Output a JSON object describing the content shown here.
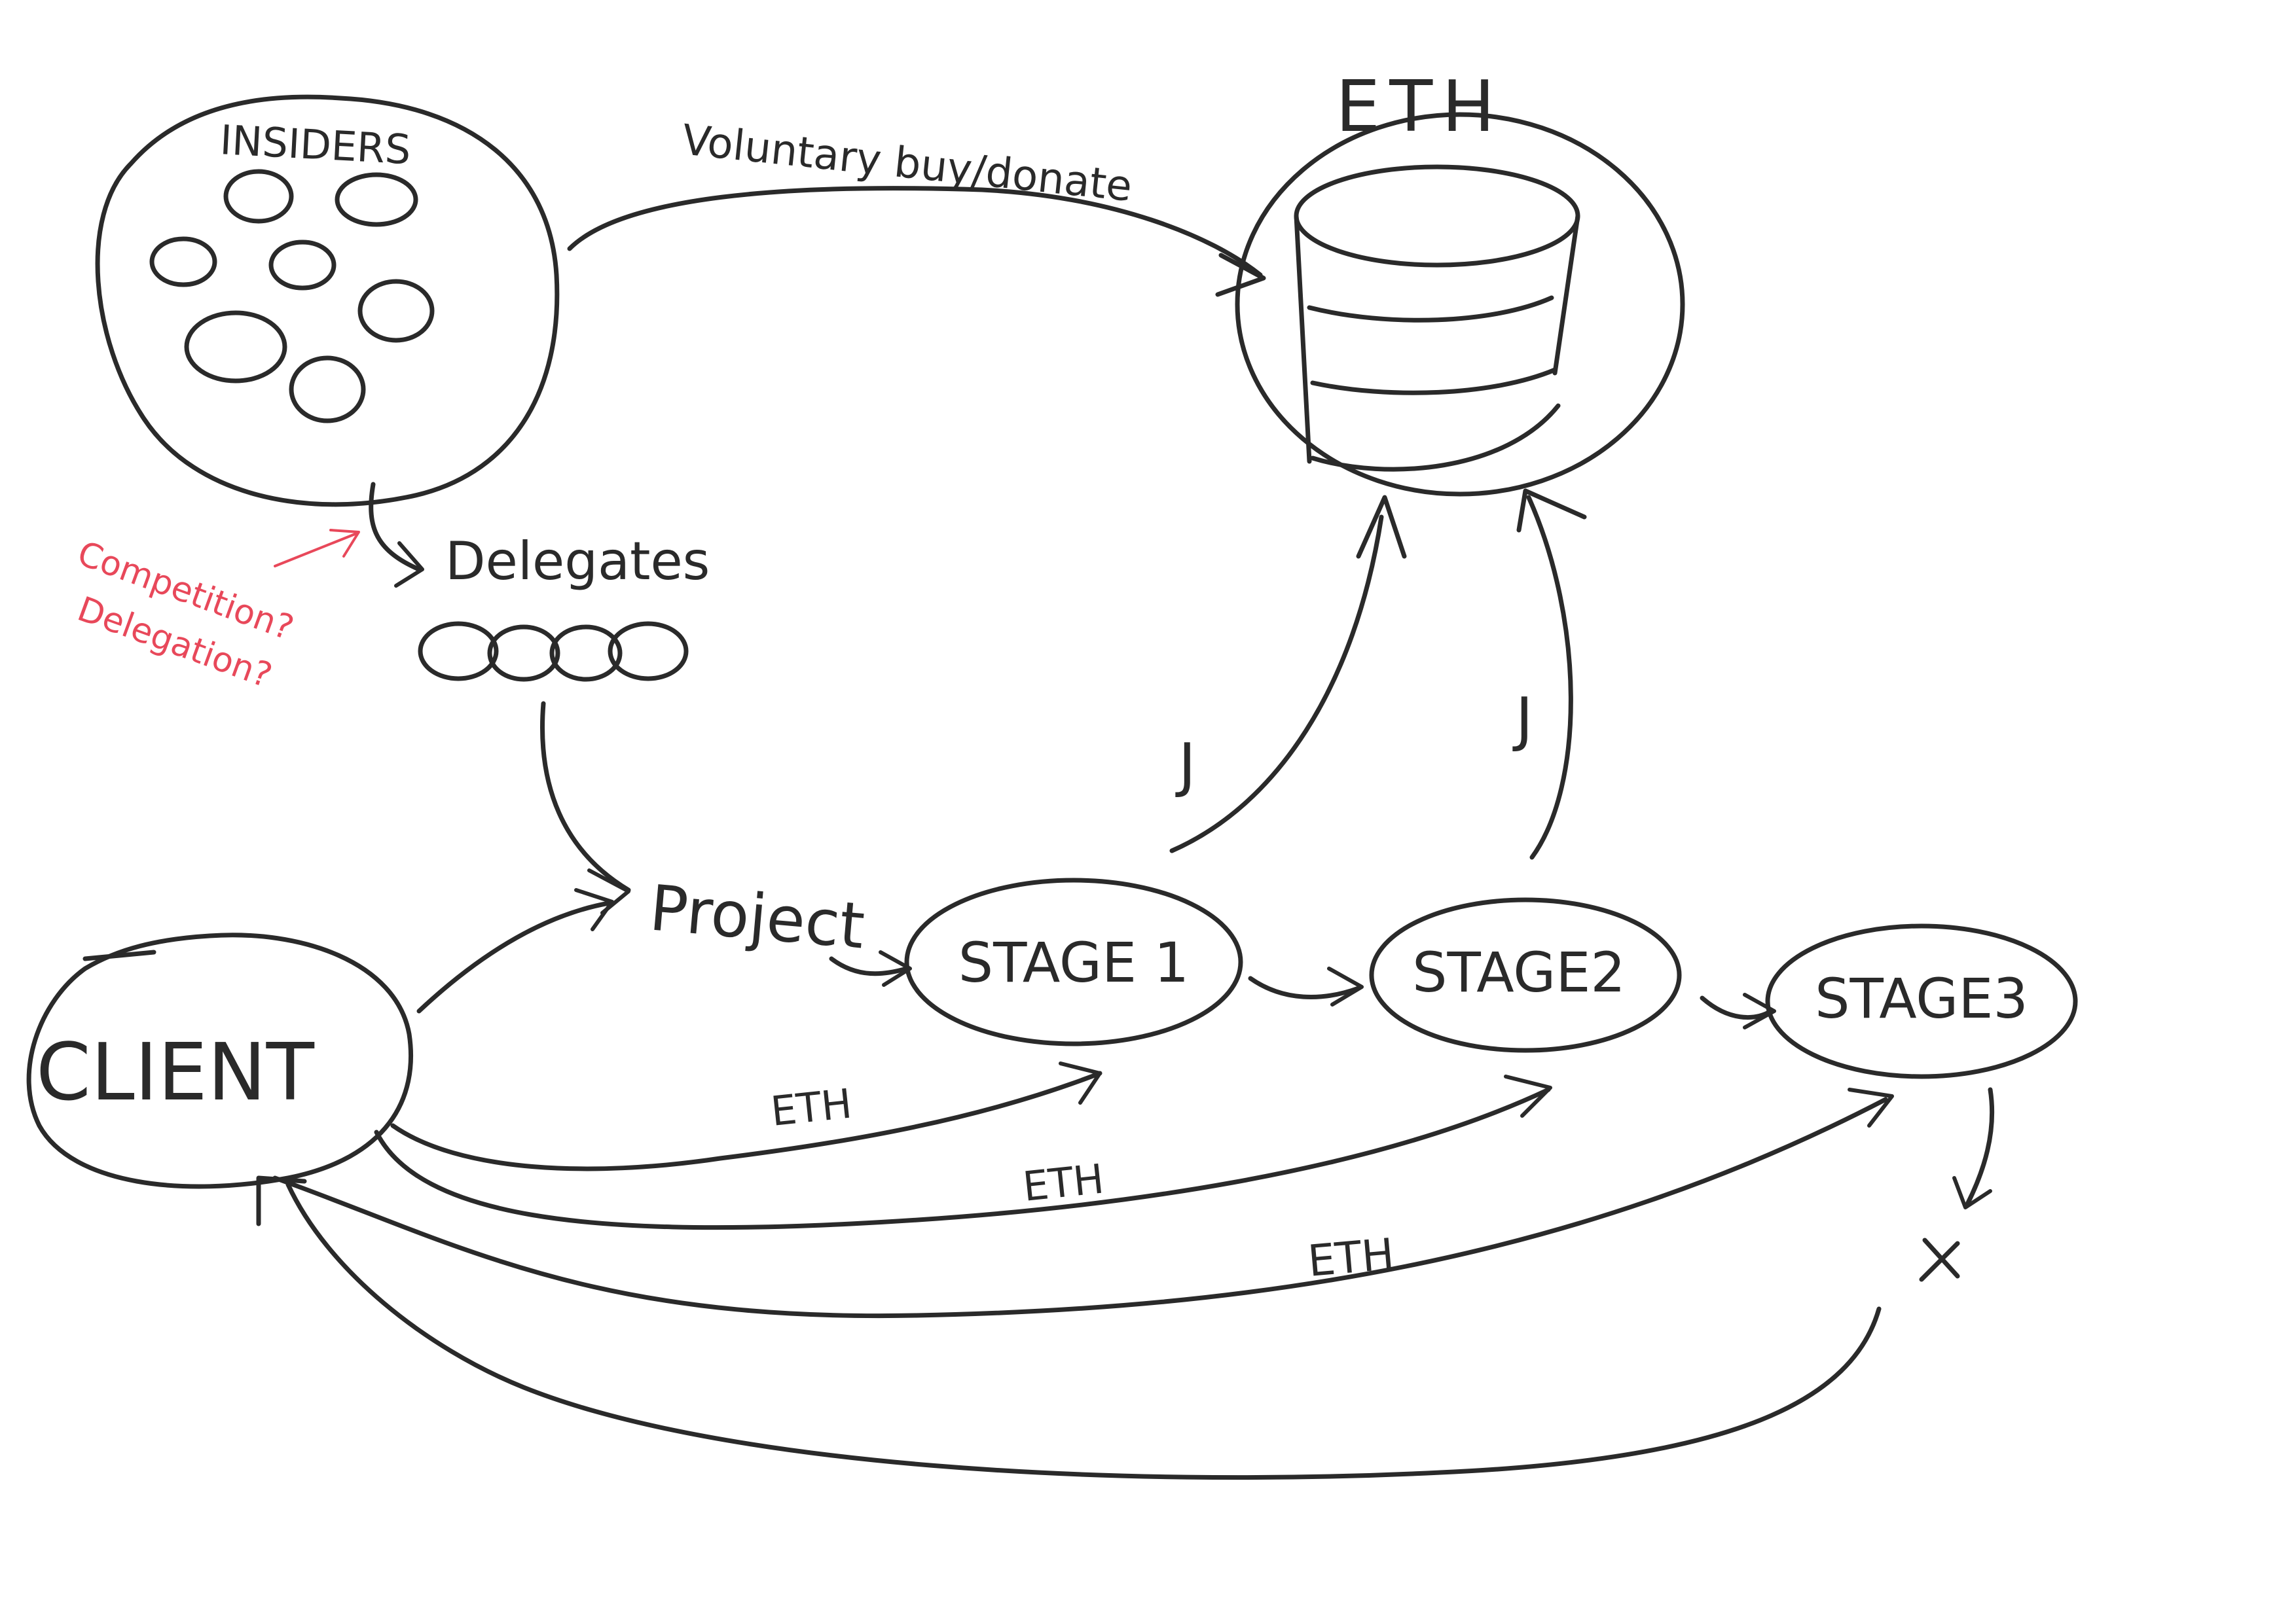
{
  "nodes": {
    "insiders": "INSIDERS",
    "eth_store": "ETH",
    "delegates": "Delegates",
    "project": "Project",
    "client": "CLIENT",
    "stage1": "STAGE 1",
    "stage2": "STAGE2",
    "stage3": "STAGE3"
  },
  "edges": {
    "voluntary": "Voluntary buy/donate",
    "eth_stage1": "ETH",
    "eth_stage2": "ETH",
    "eth_stage3": "ETH",
    "j_stage1": "J",
    "j_stage2": "J",
    "fail": "X"
  },
  "notes": {
    "competition": "Competition?",
    "delegation": "Delegation?"
  },
  "colors": {
    "ink": "#2a2a2a",
    "annotation": "#e8485a"
  }
}
